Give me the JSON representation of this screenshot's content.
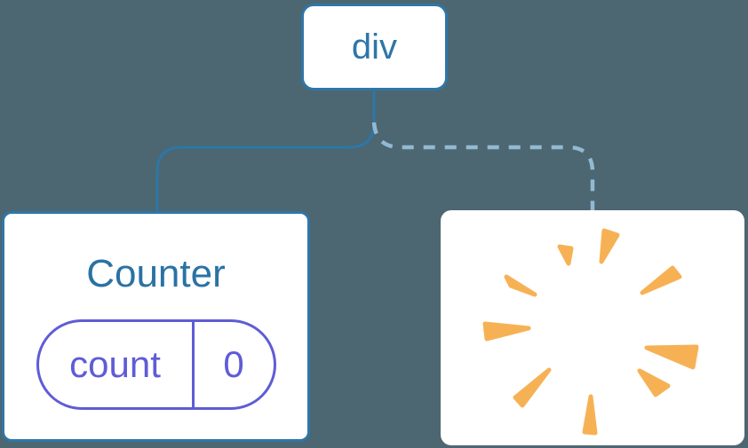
{
  "diagram": {
    "description": "Component tree: div root keeps Counter child with state, second child removed (poof)",
    "root_node": {
      "label": "div"
    },
    "counter_card": {
      "title": "Counter",
      "state_pill": {
        "key": "count",
        "value": "0"
      }
    },
    "removed_card": {
      "icon": "poof-explosion-icon"
    },
    "connectors": [
      {
        "from": "div",
        "to": "Counter",
        "style": "solid"
      },
      {
        "from": "div",
        "to": "removed-slot",
        "style": "dashed"
      }
    ]
  },
  "colors": {
    "background": "#4C6771",
    "card_background": "#FFFFFF",
    "node_border": "#2E76A8",
    "node_text": "#2E76A8",
    "counter_title": "#2A72A4",
    "solid_connector": "#2E76A8",
    "dashed_connector": "#93B9D3",
    "state_pill": "#5F5CD6",
    "poof": "#F7B155"
  }
}
